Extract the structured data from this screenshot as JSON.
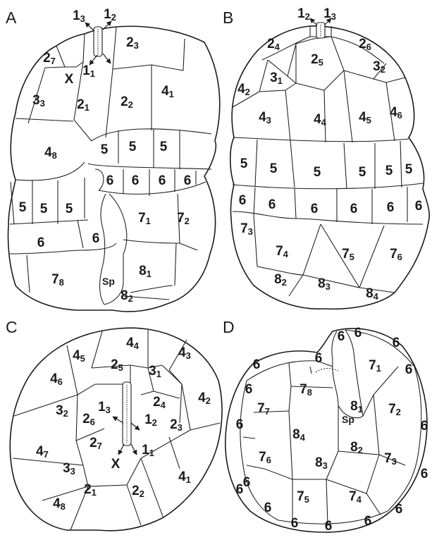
{
  "panels": [
    {
      "label": "A",
      "plates": [
        {
          "main": "1",
          "sub": "3"
        },
        {
          "main": "1",
          "sub": "2"
        },
        {
          "main": "2",
          "sub": "7"
        },
        {
          "main": "2",
          "sub": "3"
        },
        {
          "main": "X",
          "sub": ""
        },
        {
          "main": "1",
          "sub": "1"
        },
        {
          "main": "3",
          "sub": "3"
        },
        {
          "main": "2",
          "sub": "1"
        },
        {
          "main": "2",
          "sub": "2"
        },
        {
          "main": "4",
          "sub": "1"
        },
        {
          "main": "4",
          "sub": "8"
        },
        {
          "main": "5",
          "sub": ""
        },
        {
          "main": "5",
          "sub": ""
        },
        {
          "main": "5",
          "sub": ""
        },
        {
          "main": "6",
          "sub": ""
        },
        {
          "main": "6",
          "sub": ""
        },
        {
          "main": "6",
          "sub": ""
        },
        {
          "main": "6",
          "sub": ""
        },
        {
          "main": "5",
          "sub": ""
        },
        {
          "main": "5",
          "sub": ""
        },
        {
          "main": "5",
          "sub": ""
        },
        {
          "main": "7",
          "sub": "1"
        },
        {
          "main": "7",
          "sub": "2"
        },
        {
          "main": "6",
          "sub": ""
        },
        {
          "main": "6",
          "sub": ""
        },
        {
          "main": "7",
          "sub": "8"
        },
        {
          "main": "Sp",
          "sub": ""
        },
        {
          "main": "8",
          "sub": "1"
        },
        {
          "main": "8",
          "sub": "2"
        }
      ]
    },
    {
      "label": "B",
      "plates": [
        {
          "main": "1",
          "sub": "2"
        },
        {
          "main": "1",
          "sub": "3"
        },
        {
          "main": "2",
          "sub": "4"
        },
        {
          "main": "2",
          "sub": "6"
        },
        {
          "main": "2",
          "sub": "5"
        },
        {
          "main": "3",
          "sub": "1"
        },
        {
          "main": "3",
          "sub": "2"
        },
        {
          "main": "4",
          "sub": "2"
        },
        {
          "main": "4",
          "sub": "3"
        },
        {
          "main": "4",
          "sub": "4"
        },
        {
          "main": "4",
          "sub": "5"
        },
        {
          "main": "4",
          "sub": "6"
        },
        {
          "main": "5",
          "sub": ""
        },
        {
          "main": "5",
          "sub": ""
        },
        {
          "main": "5",
          "sub": ""
        },
        {
          "main": "5",
          "sub": ""
        },
        {
          "main": "5",
          "sub": ""
        },
        {
          "main": "5",
          "sub": ""
        },
        {
          "main": "6",
          "sub": ""
        },
        {
          "main": "6",
          "sub": ""
        },
        {
          "main": "6",
          "sub": ""
        },
        {
          "main": "6",
          "sub": ""
        },
        {
          "main": "6",
          "sub": ""
        },
        {
          "main": "6",
          "sub": ""
        },
        {
          "main": "7",
          "sub": "3"
        },
        {
          "main": "7",
          "sub": "4"
        },
        {
          "main": "7",
          "sub": "5"
        },
        {
          "main": "7",
          "sub": "6"
        },
        {
          "main": "8",
          "sub": "2"
        },
        {
          "main": "8",
          "sub": "3"
        },
        {
          "main": "8",
          "sub": "4"
        }
      ]
    },
    {
      "label": "C",
      "plates": [
        {
          "main": "4",
          "sub": "5"
        },
        {
          "main": "4",
          "sub": "4"
        },
        {
          "main": "4",
          "sub": "3"
        },
        {
          "main": "4",
          "sub": "6"
        },
        {
          "main": "2",
          "sub": "5"
        },
        {
          "main": "3",
          "sub": "1"
        },
        {
          "main": "4",
          "sub": "2"
        },
        {
          "main": "3",
          "sub": "2"
        },
        {
          "main": "1",
          "sub": "3"
        },
        {
          "main": "2",
          "sub": "4"
        },
        {
          "main": "2",
          "sub": "6"
        },
        {
          "main": "1",
          "sub": "2"
        },
        {
          "main": "2",
          "sub": "3"
        },
        {
          "main": "4",
          "sub": "7"
        },
        {
          "main": "2",
          "sub": "7"
        },
        {
          "main": "3",
          "sub": "3"
        },
        {
          "main": "1",
          "sub": "1"
        },
        {
          "main": "4",
          "sub": "1"
        },
        {
          "main": "X",
          "sub": ""
        },
        {
          "main": "2",
          "sub": "1"
        },
        {
          "main": "2",
          "sub": "2"
        },
        {
          "main": "4",
          "sub": "8"
        }
      ]
    },
    {
      "label": "D",
      "plates": [
        {
          "main": "6",
          "sub": ""
        },
        {
          "main": "6",
          "sub": ""
        },
        {
          "main": "6",
          "sub": ""
        },
        {
          "main": "6",
          "sub": ""
        },
        {
          "main": "6",
          "sub": ""
        },
        {
          "main": "7",
          "sub": "1"
        },
        {
          "main": "6",
          "sub": ""
        },
        {
          "main": "7",
          "sub": "8"
        },
        {
          "main": "6",
          "sub": ""
        },
        {
          "main": "7",
          "sub": "7"
        },
        {
          "main": "8",
          "sub": "1"
        },
        {
          "main": "7",
          "sub": "2"
        },
        {
          "main": "Sp",
          "sub": ""
        },
        {
          "main": "6",
          "sub": ""
        },
        {
          "main": "6",
          "sub": ""
        },
        {
          "main": "8",
          "sub": "4"
        },
        {
          "main": "8",
          "sub": "2"
        },
        {
          "main": "7",
          "sub": "6"
        },
        {
          "main": "7",
          "sub": "3"
        },
        {
          "main": "6",
          "sub": ""
        },
        {
          "main": "6",
          "sub": ""
        },
        {
          "main": "8",
          "sub": "3"
        },
        {
          "main": "7",
          "sub": "5"
        },
        {
          "main": "7",
          "sub": "4"
        },
        {
          "main": "6",
          "sub": ""
        },
        {
          "main": "6",
          "sub": ""
        },
        {
          "main": "6",
          "sub": ""
        },
        {
          "main": "6",
          "sub": ""
        },
        {
          "main": "6",
          "sub": ""
        },
        {
          "main": "6",
          "sub": ""
        }
      ]
    }
  ]
}
